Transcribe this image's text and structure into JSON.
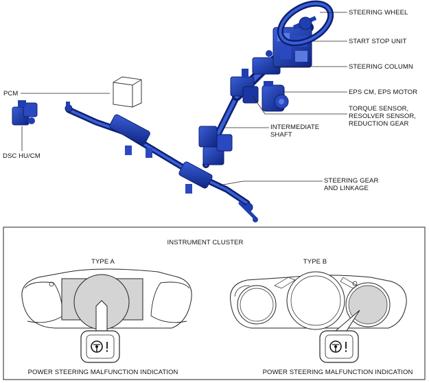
{
  "diagram": {
    "top_labels": {
      "steering_wheel": "STEERING WHEEL",
      "start_stop_unit": "START STOP UNIT",
      "steering_column": "STEERING COLUMN",
      "eps_cm_motor": "EPS CM, EPS MOTOR",
      "torque_sensor": "TORQUE SENSOR,\nRESOLVER SENSOR,\nREDUCTION GEAR",
      "intermediate_shaft": "INTERMEDIATE\nSHAFT",
      "steering_gear": "STEERING GEAR\nAND LINKAGE",
      "pcm": "PCM",
      "dsc_hu_cm": "DSC HU/CM"
    },
    "cluster": {
      "title": "INSTRUMENT CLUSTER",
      "type_a": "TYPE A",
      "type_b": "TYPE B",
      "indication_a": "POWER STEERING MALFUNCTION INDICATION",
      "indication_b": "POWER STEERING MALFUNCTION INDICATION"
    },
    "colors": {
      "component_blue": "#1f3fb0",
      "component_dark": "#0d1f6e",
      "display_gray": "#d4d4d4",
      "line": "#222222"
    }
  }
}
